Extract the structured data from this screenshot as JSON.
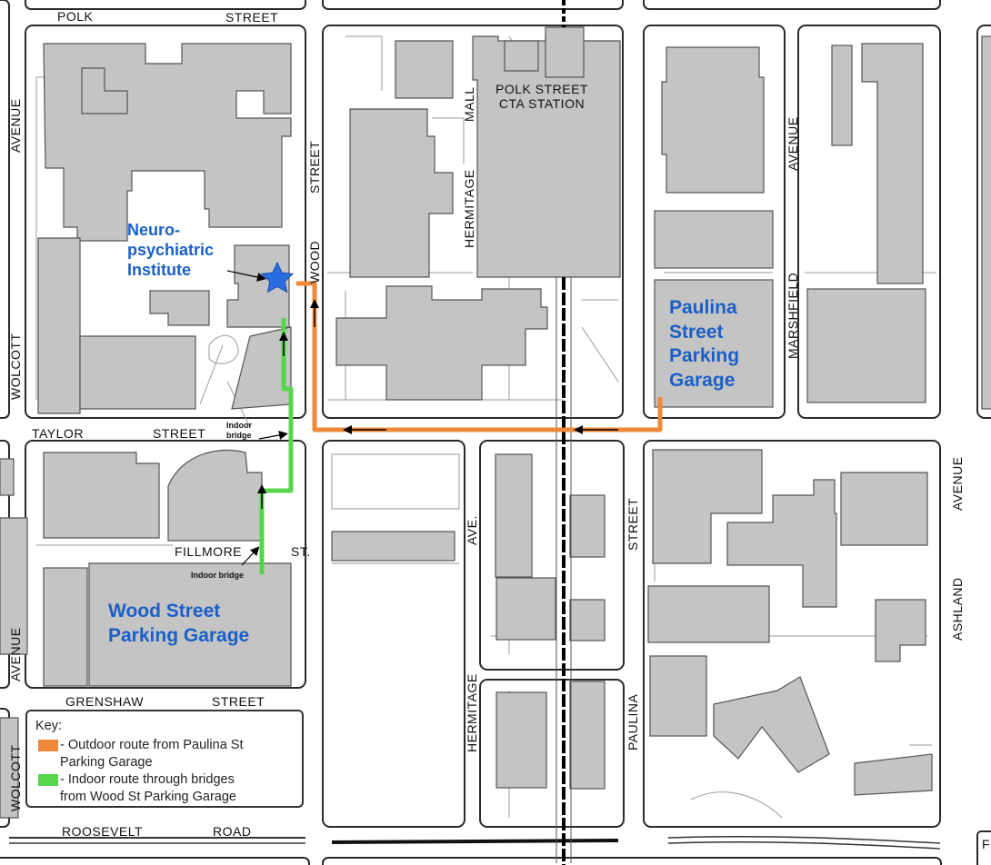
{
  "streets": {
    "polk": "POLK",
    "polk_street": "STREET",
    "taylor": "TAYLOR",
    "taylor_street": "STREET",
    "fillmore": "FILLMORE",
    "fillmore_st": "ST.",
    "grenshaw": "GRENSHAW",
    "grenshaw_street": "STREET",
    "roosevelt": "ROOSEVELT",
    "roosevelt_road": "ROAD",
    "wolcott_upper": "WOLCOTT",
    "wolcott_avenue_upper": "AVENUE",
    "wolcott_lower": "WOLCOTT",
    "wolcott_avenue_lower": "AVENUE",
    "wood_street": "STREET",
    "wood": "WOOD",
    "hermitage_upper": "HERMITAGE",
    "mall": "MALL",
    "hermitage_lower": "HERMITAGE",
    "hermitage_ave": "AVE.",
    "paulina_street": "STREET",
    "paulina": "PAULINA",
    "marshfield_avenue": "AVENUE",
    "marshfield": "MARSHFIELD",
    "ashland_avenue": "AVENUE",
    "ashland": "ASHLAND"
  },
  "places": {
    "station_line1": "POLK STREET",
    "station_line2": "CTA STATION",
    "npi_line1": "Neuro-",
    "npi_line2": "psychiatric",
    "npi_line3": "Institute",
    "paulina_line1": "Paulina",
    "paulina_line2": "Street",
    "paulina_line3": "Parking",
    "paulina_line4": "Garage",
    "wood_line1": "Wood Street",
    "wood_line2": "Parking Garage",
    "bridge_upper_line1": "Indoor",
    "bridge_upper_line2": "bridge",
    "bridge_lower": "Indoor bridge"
  },
  "key": {
    "title": "Key:",
    "items": [
      {
        "color": "#f0883a",
        "label": "- Outdoor route from Paulina St\nParking Garage"
      },
      {
        "color": "#55d64a",
        "label": "- Indoor route through bridges\nfrom Wood St Parking Garage"
      }
    ]
  },
  "colors": {
    "outdoor_route": "#f0883a",
    "indoor_route": "#55d64a",
    "destination_star": "#2a6de0",
    "label_blue": "#1a5fc8",
    "building_fill": "#c4c4c4"
  },
  "icons": {
    "destination": "star-icon",
    "route_direction": "arrow-icon"
  },
  "edge_fragment": "F"
}
